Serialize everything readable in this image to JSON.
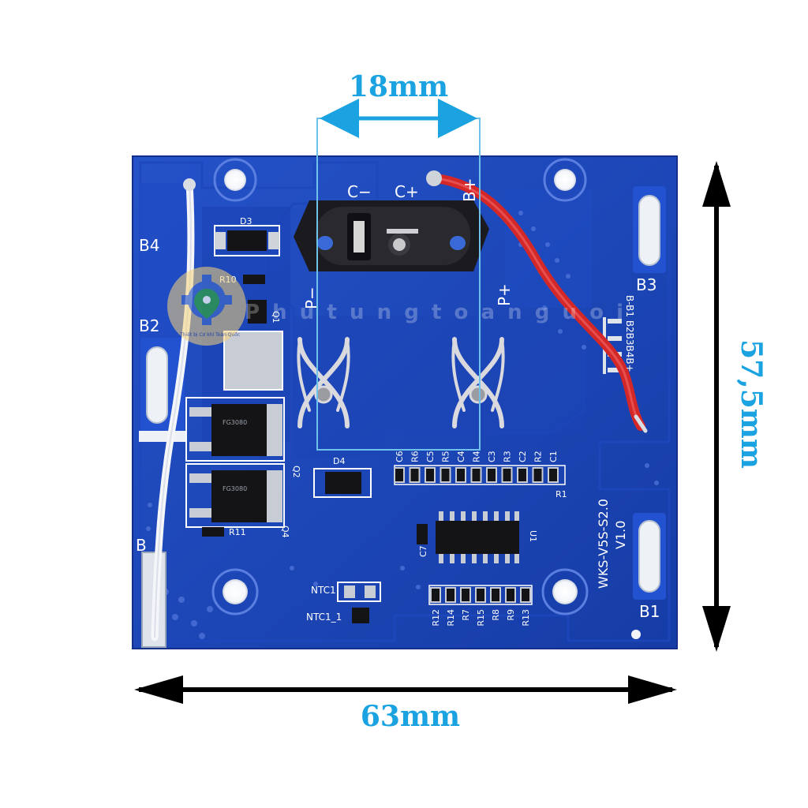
{
  "dimensions": {
    "top_span": "18mm",
    "height": "57,5mm",
    "width": "63mm",
    "color": "#1aa3e0"
  },
  "board": {
    "pcb_color": "#1b45b8",
    "model": "WKS-V5S-S2.0",
    "version": "V1.0",
    "pads": {
      "b1": "B1",
      "b2": "B2",
      "b3": "B3",
      "b4": "B4",
      "b": "B"
    },
    "terminals": {
      "c_minus": "C−",
      "c_plus": "C+",
      "b_plus": "B+",
      "p_minus": "P−",
      "p_plus": "P+"
    },
    "designators": {
      "d3": "D3",
      "d4": "D4",
      "r10": "R10",
      "r11": "R11",
      "r1": "R1",
      "q1": "Q1",
      "q2": "Q2",
      "q4": "Q4",
      "u1": "U1",
      "c7": "C7",
      "ntc1": "NTC1",
      "ntc1_1": "NTC1_1",
      "balance": "B-B1 B2B3B4B+",
      "mosfet_1": "FG3080",
      "mosfet_2": "FG3080"
    },
    "cap_row": [
      "C6",
      "R6",
      "C5",
      "R5",
      "C4",
      "R4",
      "C3",
      "R3",
      "C2",
      "R2",
      "C1"
    ],
    "res_row": [
      "R12",
      "R14",
      "R7",
      "R15",
      "R8",
      "R9",
      "R13"
    ]
  },
  "watermark": {
    "text": "Phutungtoanguoi",
    "badge_text": "Thiết bị Cơ khí Toàn Quốc"
  },
  "icons": [
    "gear-icon",
    "location-pin-icon"
  ]
}
